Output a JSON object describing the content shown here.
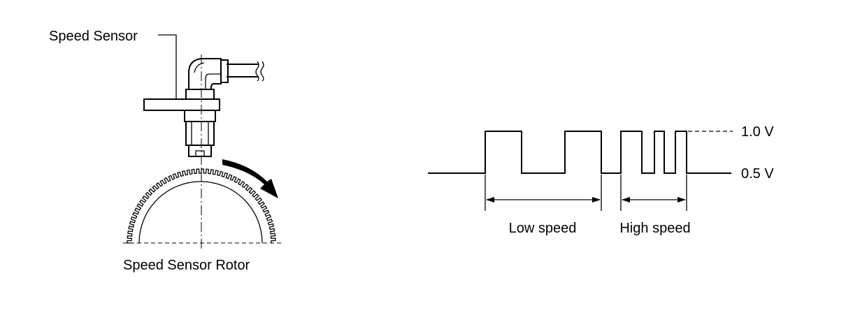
{
  "labels": {
    "sensor": "Speed Sensor",
    "rotor": "Speed Sensor Rotor",
    "low_speed": "Low speed",
    "high_speed": "High speed",
    "voltage_high": "1.0 V",
    "voltage_low": "0.5 V"
  },
  "colors": {
    "line": "#000000",
    "background": "#ffffff"
  }
}
